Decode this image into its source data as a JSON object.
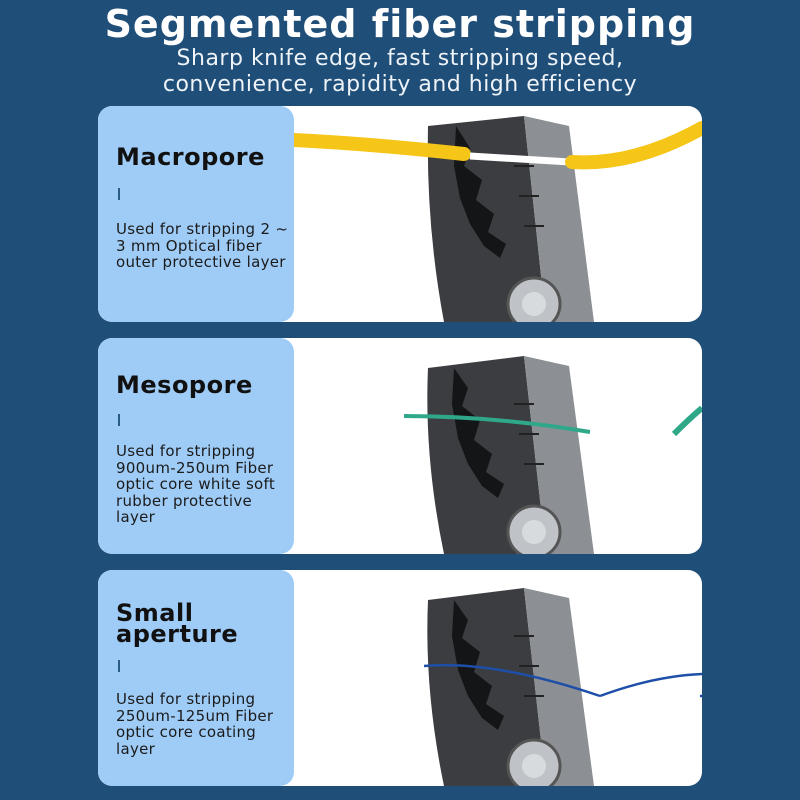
{
  "header": {
    "title": "Segmented fiber stripping",
    "subtitle_line1": "Sharp knife edge, fast stripping speed,",
    "subtitle_line2": "convenience, rapidity and high efficiency"
  },
  "cards": [
    {
      "heading": "Macropore",
      "description": "Used for stripping 2 ~ 3 mm Optical fiber outer protective layer",
      "fiber_color": "#f5c518"
    },
    {
      "heading": "Mesopore",
      "description": "Used for stripping 900um-250um Fiber optic core white soft rubber protective layer",
      "fiber_color": "#2fa88a"
    },
    {
      "heading_line1": "Small",
      "heading_line2": "aperture",
      "description": "Used for stripping 250um-125um Fiber optic core coating layer",
      "fiber_color": "#1e4fa8"
    }
  ],
  "colors": {
    "background": "#1f4e79",
    "panel": "#9fccf7",
    "tool_dark": "#3b3d40"
  }
}
